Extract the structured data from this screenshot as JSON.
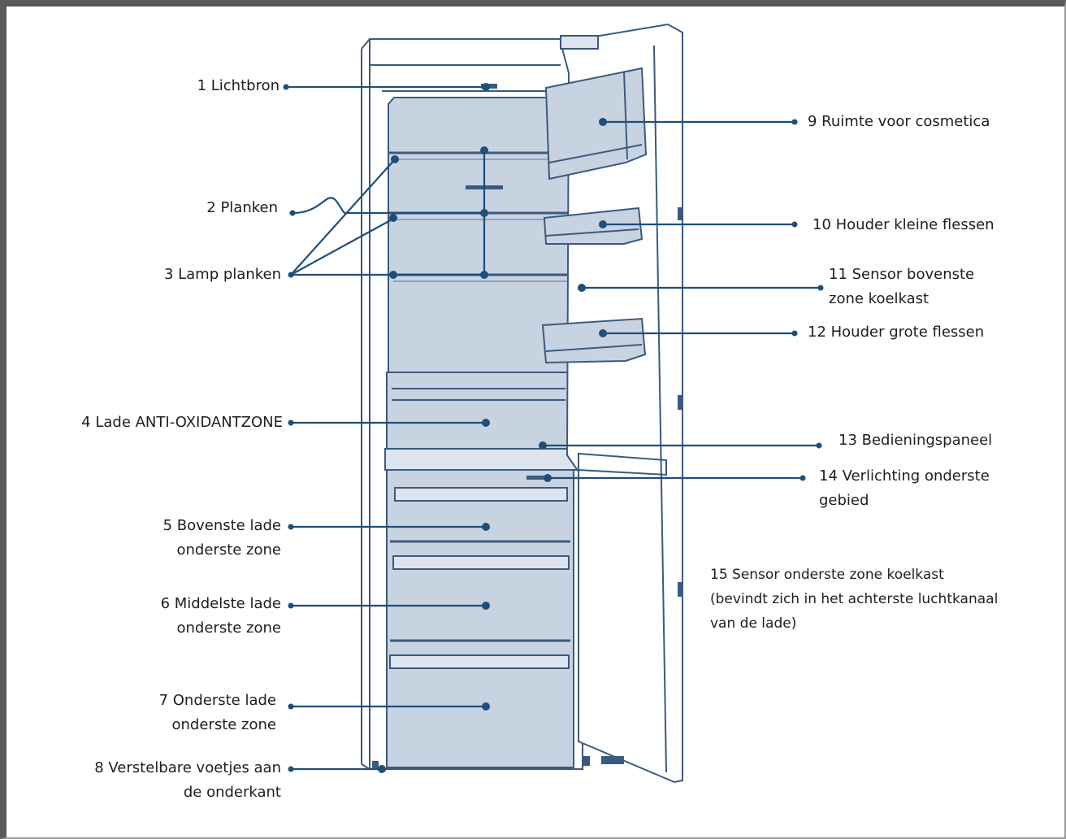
{
  "labels": [
    {
      "id": "1",
      "lines": [
        "1 Lichtbron"
      ]
    },
    {
      "id": "2",
      "lines": [
        "2 Planken"
      ]
    },
    {
      "id": "3",
      "lines": [
        "3 Lamp planken"
      ]
    },
    {
      "id": "4",
      "lines": [
        "4 Lade ANTI-OXIDANTZONE"
      ]
    },
    {
      "id": "5",
      "lines": [
        "5 Bovenste lade",
        "onderste zone"
      ]
    },
    {
      "id": "6",
      "lines": [
        "6 Middelste lade",
        "onderste zone"
      ]
    },
    {
      "id": "7",
      "lines": [
        "7 Onderste lade",
        "onderste zone"
      ]
    },
    {
      "id": "8",
      "lines": [
        "8 Verstelbare voetjes aan",
        "de onderkant"
      ]
    },
    {
      "id": "9",
      "lines": [
        "9 Ruimte voor cosmetica"
      ]
    },
    {
      "id": "10",
      "lines": [
        "10 Houder kleine flessen"
      ]
    },
    {
      "id": "11",
      "lines": [
        "11 Sensor bovenste",
        "zone koelkast"
      ]
    },
    {
      "id": "12",
      "lines": [
        "12 Houder grote flessen"
      ]
    },
    {
      "id": "13",
      "lines": [
        "13 Bedieningspaneel"
      ]
    },
    {
      "id": "14",
      "lines": [
        "14 Verlichting onderste",
        "gebied"
      ]
    },
    {
      "id": "15",
      "lines": [
        "15 Sensor onderste zone koelkast",
        "(bevindt zich in het achterste luchtkanaal",
        "van de lade)"
      ]
    }
  ],
  "colors": {
    "outline": "#3b5a7e",
    "fill": "#c8d3e2",
    "fill_light": "#dde4ee",
    "leader": "#1f4e79",
    "text": "#1e1e1e"
  }
}
